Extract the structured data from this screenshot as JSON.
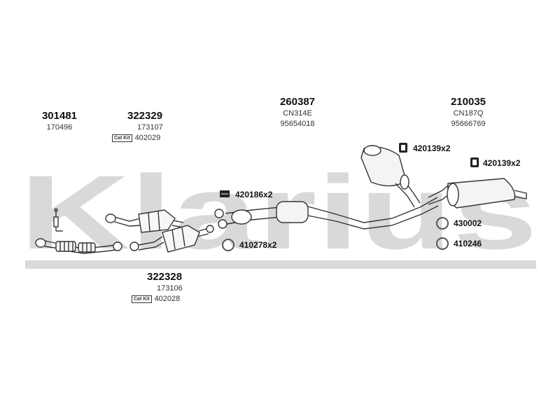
{
  "watermark": {
    "text": "Klarius",
    "color": "#d9d9d9"
  },
  "groups": [
    {
      "id": "g301481",
      "part": "301481",
      "ref": "170496"
    },
    {
      "id": "g322329",
      "part": "322329",
      "ref": "173107",
      "catkit_label": "Cat Kit",
      "catkit": "402029"
    },
    {
      "id": "g322328",
      "part": "322328",
      "ref": "173106",
      "catkit_label": "Cat Kit",
      "catkit": "402028"
    },
    {
      "id": "g260387",
      "part": "260387",
      "ref": "CN314E",
      "ref2": "95654018"
    },
    {
      "id": "g210035",
      "part": "210035",
      "ref": "CN187Q",
      "ref2": "95666769"
    }
  ],
  "callouts": [
    {
      "id": "c1",
      "icon": "rubber-hanger-icon",
      "text": "420139x2"
    },
    {
      "id": "c2",
      "icon": "rubber-hanger-icon",
      "text": "420139x2"
    },
    {
      "id": "c3",
      "icon": "bolt-kit-icon",
      "text": "420186x2"
    },
    {
      "id": "c4",
      "icon": "clamp-ring-icon",
      "text": "430002"
    },
    {
      "id": "c5",
      "icon": "gasket-ring-icon",
      "text": "410246"
    },
    {
      "id": "c6",
      "icon": "gasket-ring-icon",
      "text": "410278x2"
    }
  ]
}
